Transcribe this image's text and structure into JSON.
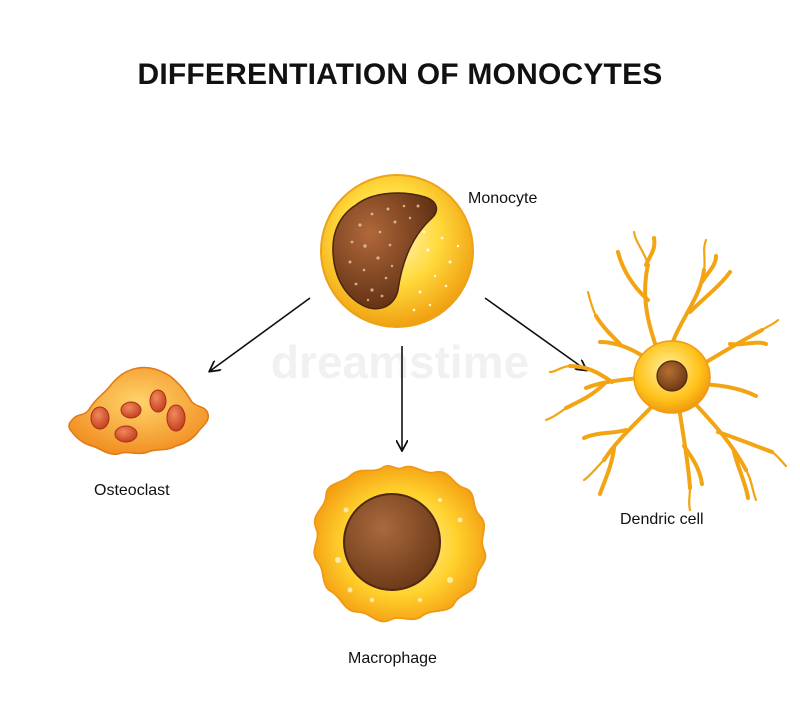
{
  "title": "DIFFERENTIATION OF MONOCYTES",
  "cells": {
    "monocyte": "Monocyte",
    "osteoclast": "Osteoclast",
    "macrophage": "Macrophage",
    "dendritic": "Dendric cell"
  },
  "watermark": "dreamstime",
  "colors": {
    "cytoplasm_light": "#fff3a8",
    "cytoplasm": "#ffc51f",
    "cytoplasm_dark": "#f29a10",
    "nucleus": "#8a4a1c",
    "nucleus_dark": "#5e2f12",
    "osteoclast_body": "#f7a13a",
    "osteoclast_nucleus": "#d9532a",
    "arrow": "#111111"
  }
}
